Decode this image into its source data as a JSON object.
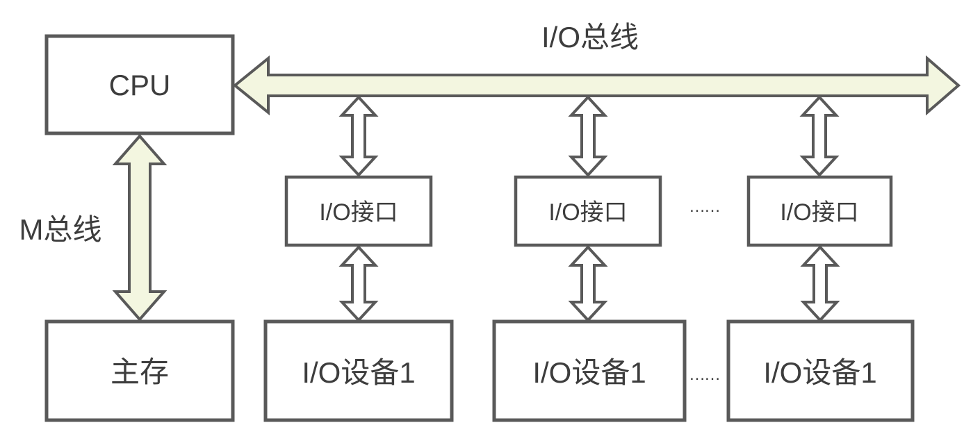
{
  "diagram": {
    "type": "computer-io-architecture",
    "colors": {
      "background": "#ffffff",
      "bus_fill": "#f3f6e0",
      "stroke": "#595959",
      "text": "#3d3d3d",
      "node_fill": "#ffffff"
    },
    "buses": {
      "io_bus": {
        "label": "I/O总线"
      },
      "m_bus": {
        "label": "M总线"
      }
    },
    "nodes": {
      "cpu": {
        "label": "CPU"
      },
      "main_memory": {
        "label": "主存"
      },
      "interfaces": [
        {
          "label": "I/O接口"
        },
        {
          "label": "I/O接口"
        },
        {
          "label": "I/O接口"
        }
      ],
      "devices": [
        {
          "label": "I/O设备1"
        },
        {
          "label": "I/O设备1"
        },
        {
          "label": "I/O设备1"
        }
      ]
    },
    "ellipsis": {
      "interfaces_row": "……",
      "devices_row": "……"
    }
  }
}
